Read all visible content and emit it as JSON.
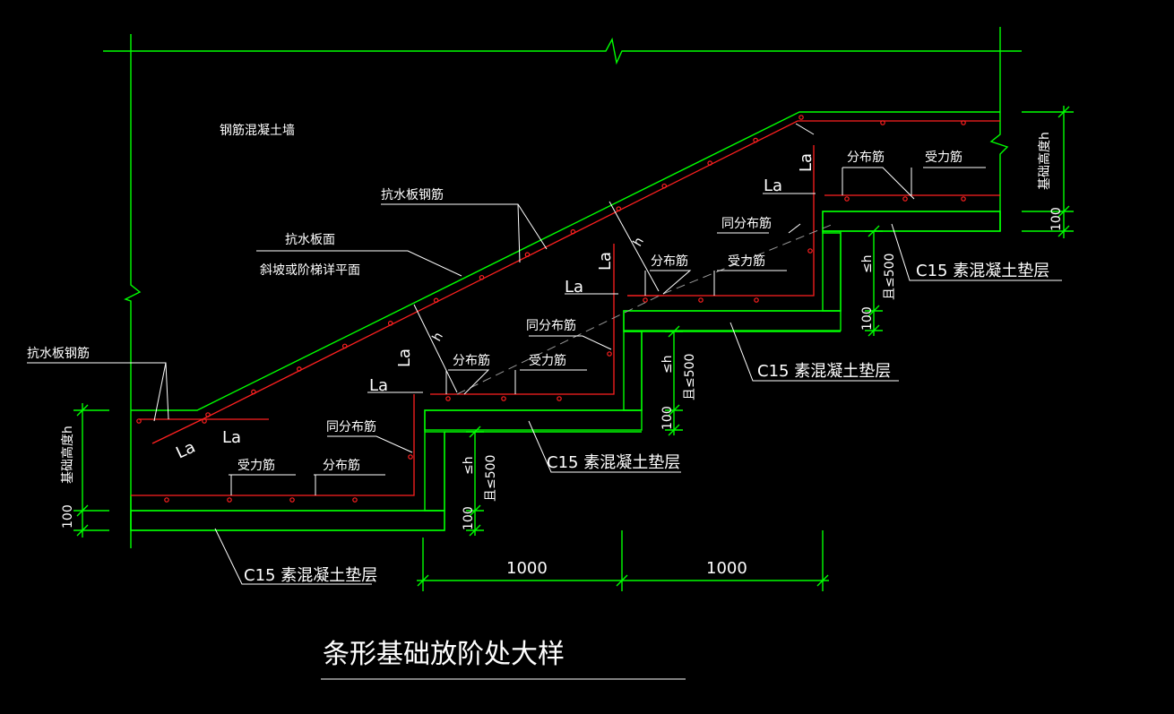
{
  "labels": {
    "wall": "钢筋混凝土墙",
    "anti_rebar_top": "抗水板钢筋",
    "anti_face": "抗水板面",
    "slope_plane": "斜坡或阶梯详平面",
    "anti_rebar_left": "抗水板钢筋",
    "la": "La",
    "h": "h",
    "dist_rebar": "分布筋",
    "main_rebar": "受力筋",
    "same_dist_rebar": "同分布筋",
    "pad": "C15 素混凝土垫层",
    "le_h": "≤h",
    "le_500": "且≤500",
    "dim_100": "100",
    "dim_1000": "1000",
    "found_height": "基础高度h",
    "title": "条形基础放阶处大样"
  },
  "colors": {
    "background": "#000000",
    "boundary": "#00ff00",
    "rebar": "#ff2020",
    "text": "#ffffff"
  }
}
